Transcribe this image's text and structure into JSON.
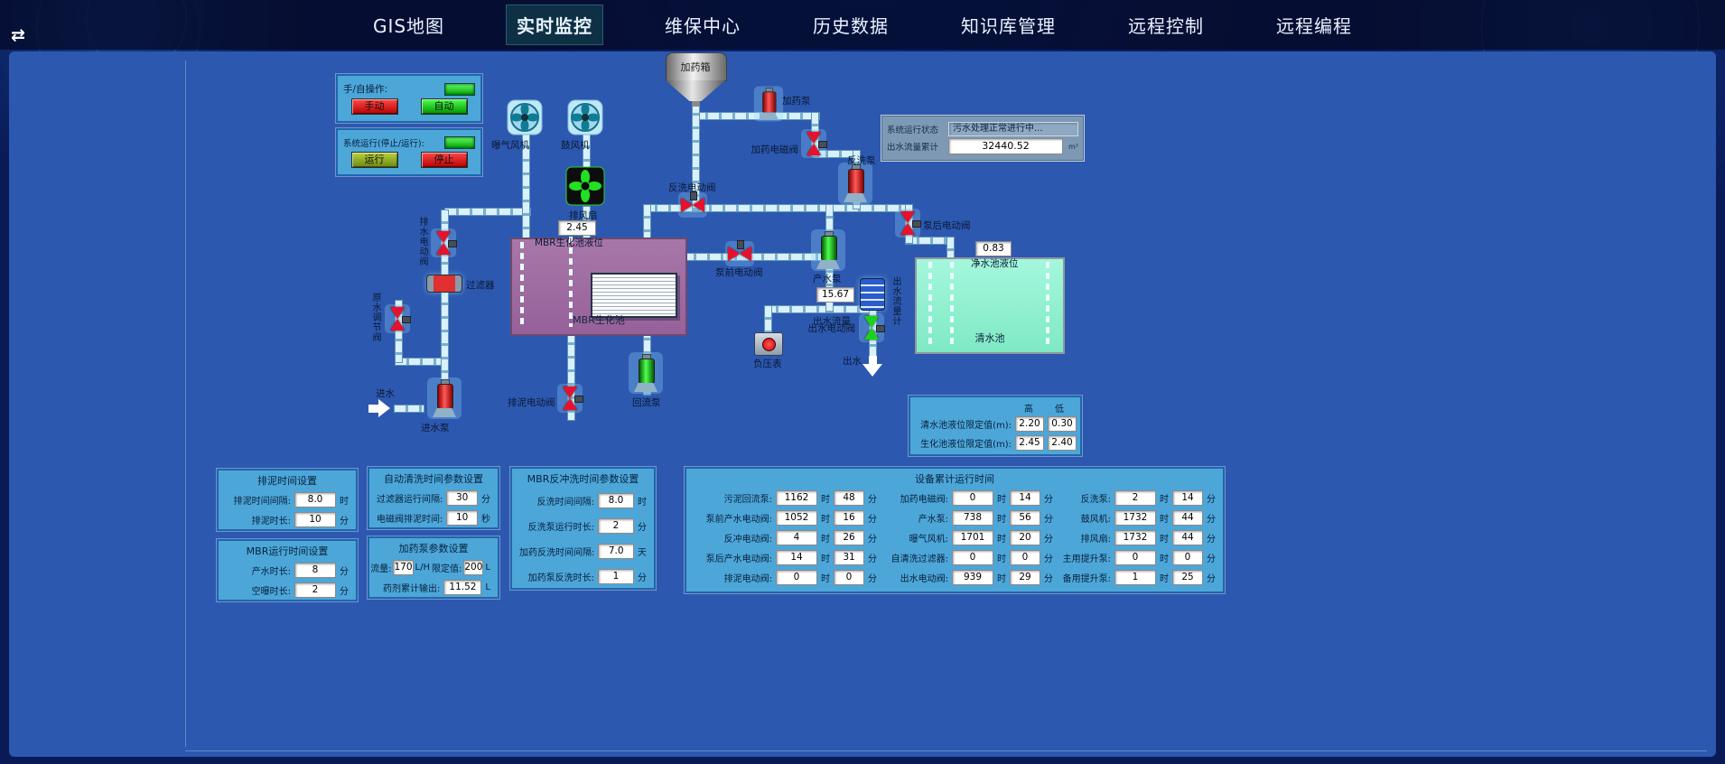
{
  "nav": {
    "toggle_icon": "⇄",
    "tabs": [
      {
        "label": "GIS地图"
      },
      {
        "label": "实时监控"
      },
      {
        "label": "维保中心"
      },
      {
        "label": "历史数据"
      },
      {
        "label": "知识库管理"
      },
      {
        "label": "远程控制"
      },
      {
        "label": "远程编程"
      }
    ]
  },
  "controls": {
    "manual_auto_label": "手/自操作:",
    "manual_btn": "手动",
    "auto_btn": "自动",
    "system_run_label": "系统运行(停止/运行):",
    "run_btn": "运行",
    "stop_btn": "停止"
  },
  "status_panel": {
    "run_state_label": "系统运行状态",
    "run_state_value": "污水处理正常进行中...",
    "flow_total_label": "出水流量累计",
    "flow_total_value": "32440.52",
    "flow_total_unit": "m³"
  },
  "readings": {
    "mbr_level_value": "2.45",
    "mbr_level_label": "MBR生化池液位",
    "clean_level_value": "0.83",
    "clean_level_label": "净水池液位",
    "outflow_value": "15.67",
    "outflow_label": "出水流量"
  },
  "devices": {
    "aeration_blower": "曝气风机",
    "blower": "鼓风机",
    "exhaust_fan": "排风扇",
    "dosing_tank": "加药箱",
    "dosing_pump": "加药泵",
    "dosing_solenoid_valve": "加药电磁阀",
    "backwash_pump": "反洗泵",
    "backwash_valve": "反洗电动阀",
    "post_pump_valve": "泵后电动阀",
    "pre_pump_valve": "泵前电动阀",
    "product_pump": "产水泵",
    "outflow_meter": "出水流量计",
    "out_valve": "出水电动阀",
    "vacuum_gauge": "负压表",
    "out_water": "出水",
    "in_water": "进水",
    "intake_pump": "进水泵",
    "filter": "过滤器",
    "drain_valve": "排水电动阀",
    "raw_valve": "原水调节阀",
    "sludge_valve": "排泥电动阀",
    "return_pump": "回流泵",
    "mbr_tank": "MBR生化池",
    "clean_tank": "清水池"
  },
  "limits": {
    "high_label": "高",
    "low_label": "低",
    "rows": [
      {
        "label": "清水池液位限定值(m):",
        "high": "2.20",
        "low": "0.30"
      },
      {
        "label": "生化池液位限定值(m):",
        "high": "2.45",
        "low": "2.40"
      }
    ]
  },
  "panels": {
    "sludge": {
      "title": "排泥时间设置",
      "rows": [
        {
          "label": "排泥时间间隔:",
          "value": "8.0",
          "unit": "时"
        },
        {
          "label": "排泥时长:",
          "value": "10",
          "unit": "分"
        }
      ]
    },
    "mbr_run": {
      "title": "MBR运行时间设置",
      "rows": [
        {
          "label": "产水时长:",
          "value": "8",
          "unit": "分"
        },
        {
          "label": "空曝时长:",
          "value": "2",
          "unit": "分"
        }
      ]
    },
    "auto_clean": {
      "title": "自动清洗时间参数设置",
      "rows": [
        {
          "label": "过滤器运行间隔:",
          "value": "30",
          "unit": "分"
        },
        {
          "label": "电磁阀排泥时间:",
          "value": "10",
          "unit": "秒"
        }
      ]
    },
    "dosing": {
      "title": "加药泵参数设置",
      "flow_label": "流量:",
      "flow_value": "170",
      "flow_unit": "L/H",
      "limit_label": "限定值:",
      "limit_value": "200",
      "limit_unit": "L",
      "total_label": "药剂累计输出:",
      "total_value": "11.52",
      "total_unit": "L"
    },
    "backwash": {
      "title": "MBR反冲洗时间参数设置",
      "rows": [
        {
          "label": "反洗时间间隔:",
          "value": "8.0",
          "unit": "时"
        },
        {
          "label": "反洗泵运行时长:",
          "value": "2",
          "unit": "分"
        },
        {
          "label": "加药反洗时间间隔:",
          "value": "7.0",
          "unit": "天"
        },
        {
          "label": "加药泵反洗时长:",
          "value": "1",
          "unit": "分"
        }
      ]
    }
  },
  "runtime": {
    "title": "设备累计运行时间",
    "cols": [
      {
        "items": [
          {
            "label": "污泥回流泵:",
            "h": "1162",
            "m": "48"
          },
          {
            "label": "泵前产水电动阀:",
            "h": "1052",
            "m": "16"
          },
          {
            "label": "反冲电动阀:",
            "h": "4",
            "m": "26"
          },
          {
            "label": "泵后产水电动阀:",
            "h": "14",
            "m": "31"
          },
          {
            "label": "排泥电动阀:",
            "h": "0",
            "m": "0"
          }
        ]
      },
      {
        "items": [
          {
            "label": "加药电磁阀:",
            "h": "0",
            "m": "14"
          },
          {
            "label": "产水泵:",
            "h": "738",
            "m": "56"
          },
          {
            "label": "曝气风机:",
            "h": "1701",
            "m": "20"
          },
          {
            "label": "自清洗过滤器:",
            "h": "0",
            "m": "0"
          },
          {
            "label": "出水电动阀:",
            "h": "939",
            "m": "29"
          }
        ]
      },
      {
        "items": [
          {
            "label": "反洗泵:",
            "h": "2",
            "m": "14"
          },
          {
            "label": "鼓风机:",
            "h": "1732",
            "m": "44"
          },
          {
            "label": "排风扇:",
            "h": "1732",
            "m": "44"
          },
          {
            "label": "主用提升泵:",
            "h": "0",
            "m": "0"
          },
          {
            "label": "备用提升泵:",
            "h": "1",
            "m": "25"
          }
        ]
      }
    ]
  },
  "units": {
    "hour": "时",
    "minute": "分"
  },
  "colors": {
    "board_blue": "#2d58b0",
    "panel_blue": "#4da6d8",
    "run_green": "#19d419",
    "stop_red": "#e8112d",
    "mbr_tank": "#9c6b9e",
    "clean_tank": "#8df0cc",
    "pipe": "#b9e2f4"
  }
}
